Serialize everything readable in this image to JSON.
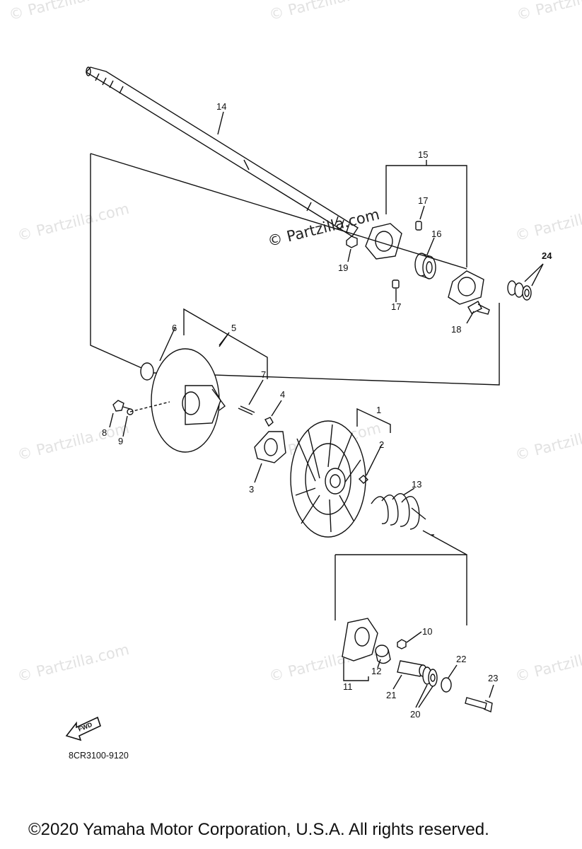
{
  "watermark": "© Partzilla.com",
  "diagram_code": "8CR3100-9120",
  "copyright": "©2020 Yamaha Motor Corporation, U.S.A. All rights reserved.",
  "fwd_label": "FWD",
  "callouts": [
    "1",
    "2",
    "3",
    "4",
    "5",
    "6",
    "7",
    "8",
    "9",
    "10",
    "11",
    "12",
    "13",
    "14",
    "15",
    "16",
    "17",
    "17",
    "18",
    "19",
    "20",
    "21",
    "22",
    "23",
    "24"
  ]
}
